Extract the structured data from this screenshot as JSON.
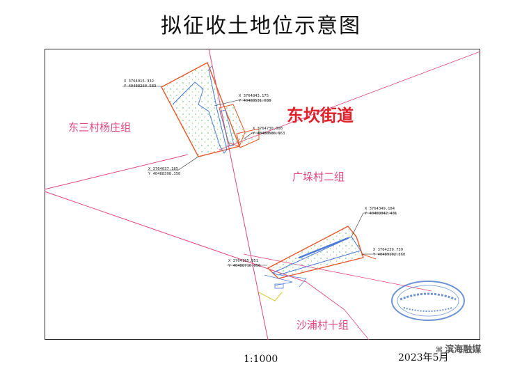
{
  "title": "拟征收土地位示意图",
  "labels": {
    "street": "东坎街道",
    "village_west": "东三村杨庄组",
    "village_mid": "广垛村二组",
    "village_south": "沙浦村十组"
  },
  "coordinates": [
    {
      "x": "X 3764915.332",
      "y": "Y 40488260.583"
    },
    {
      "x": "X 3764843.175",
      "y": "Y 40488531.038"
    },
    {
      "x": "X 3764730.008",
      "y": "Y 40488586.963"
    },
    {
      "x": "X 3764637.185",
      "y": "Y 40488398.350"
    },
    {
      "x": "X 3764349.184",
      "y": "Y 40489042.431"
    },
    {
      "x": "X 3764239.739",
      "y": "Y 40489102.360"
    },
    {
      "x": "X 3764185.851",
      "y": "Y 40488710.056"
    }
  ],
  "footer": {
    "scale": "1:1000",
    "date": "2023年5月",
    "watermark": "滨海融媒"
  },
  "colors": {
    "parcel_boundary": "#e8572a",
    "road_line": "#e0457f",
    "blue_feature": "#4a7ad8",
    "green_dots": "#7cc98a",
    "stamp": "#3d6fc8"
  }
}
